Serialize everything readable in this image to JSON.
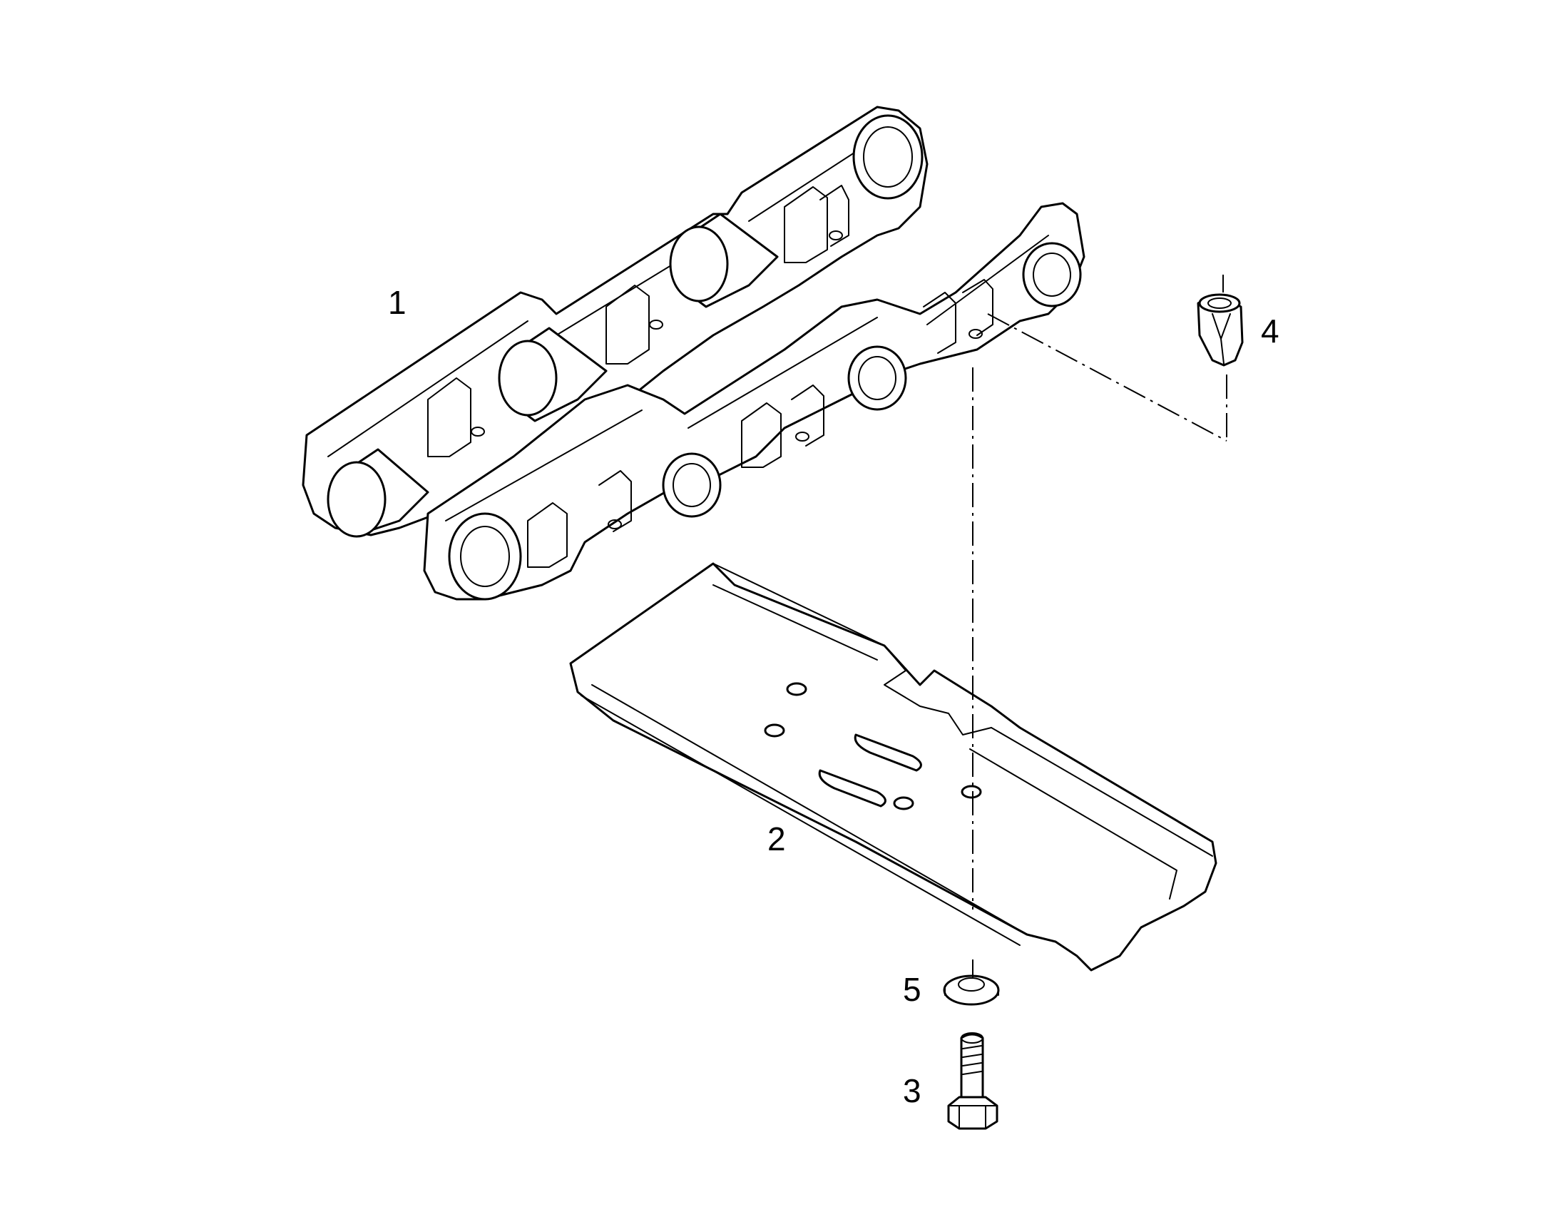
{
  "callouts": {
    "track_chain": "1",
    "track_shoe": "2",
    "shoe_bolt": "3",
    "shoe_nut": "4",
    "washer": "5"
  }
}
